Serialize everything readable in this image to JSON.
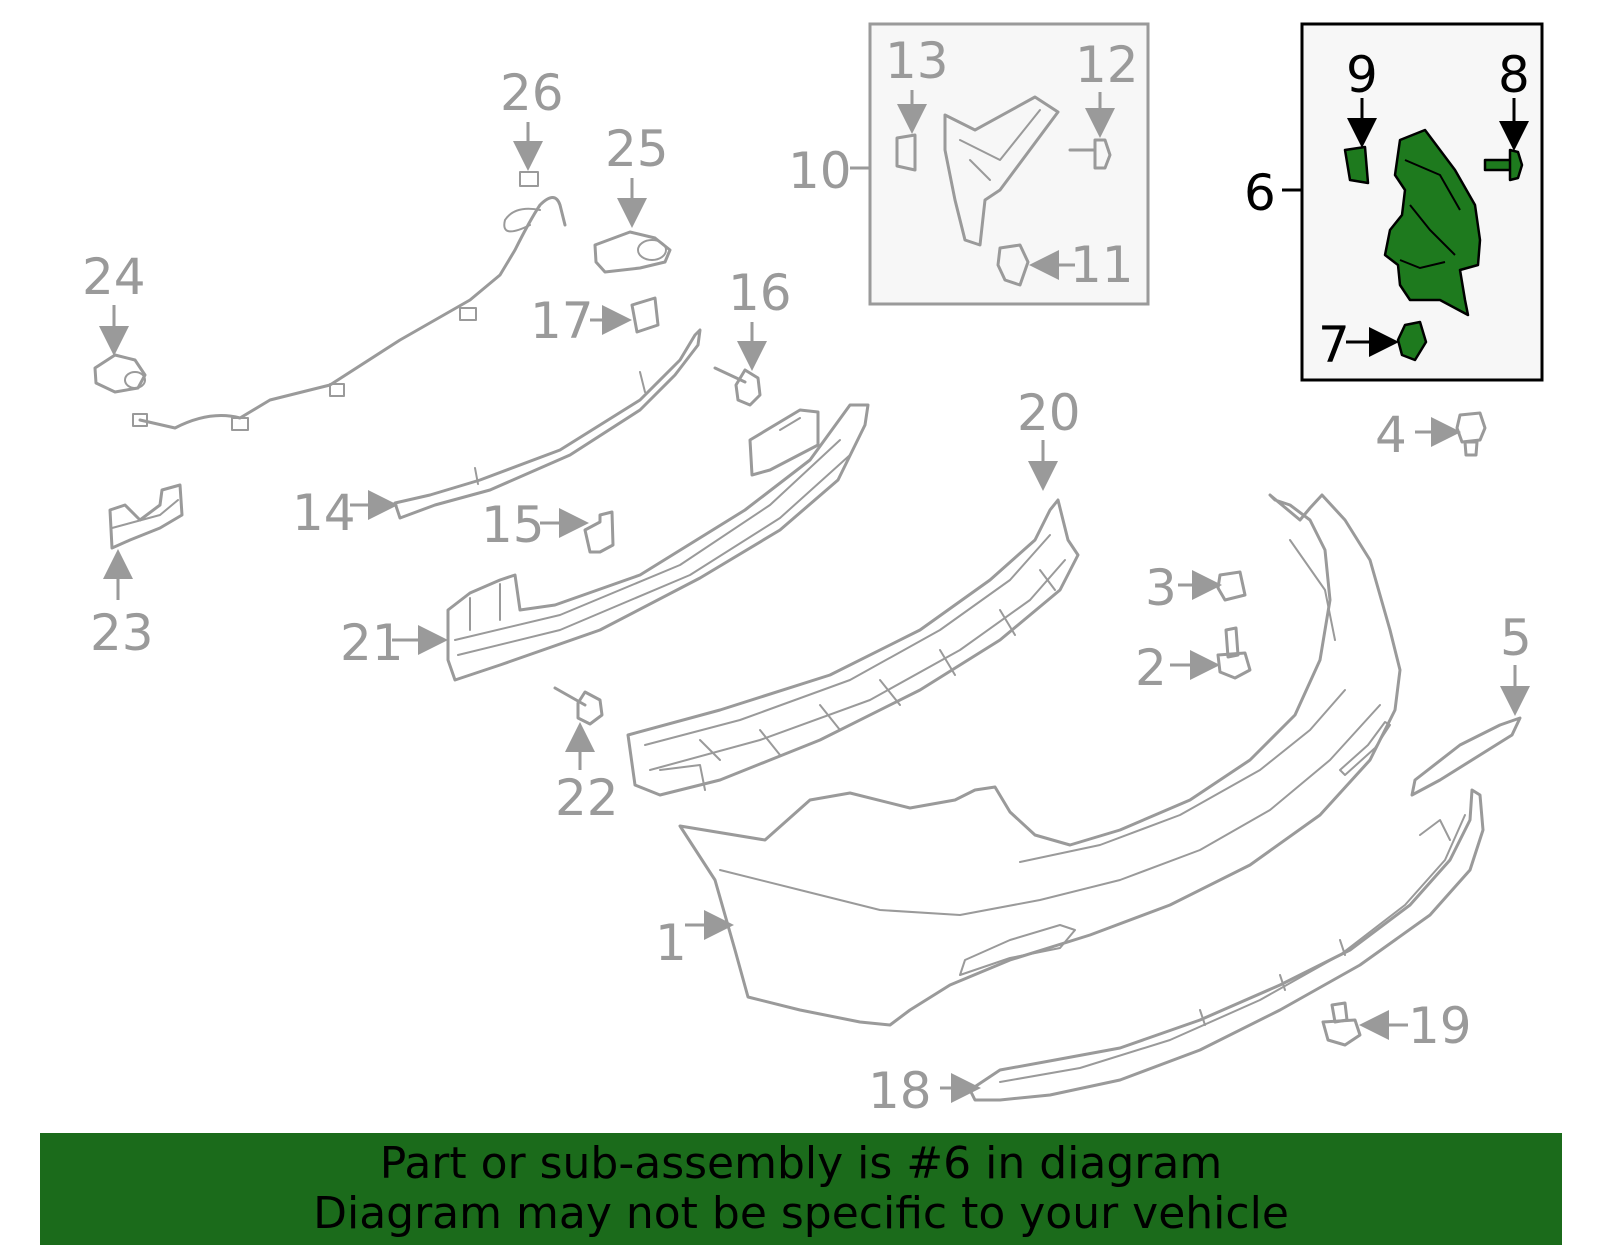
{
  "diagram": {
    "callouts": {
      "p1": "1",
      "p2": "2",
      "p3": "3",
      "p4": "4",
      "p5": "5",
      "p6": "6",
      "p7": "7",
      "p8": "8",
      "p9": "9",
      "p10": "10",
      "p11": "11",
      "p12": "12",
      "p13": "13",
      "p14": "14",
      "p15": "15",
      "p16": "16",
      "p17": "17",
      "p18": "18",
      "p19": "19",
      "p20": "20",
      "p21": "21",
      "p22": "22",
      "p23": "23",
      "p24": "24",
      "p25": "25",
      "p26": "26"
    },
    "highlighted_part": "6",
    "colors": {
      "highlight_fill": "#1e7a1e",
      "line_gray": "#9a9a9a",
      "banner_bg": "#1b6b1b"
    }
  },
  "banner": {
    "line1": "Part or sub-assembly is #6 in diagram",
    "line2": "Diagram may not be specific to your vehicle"
  }
}
